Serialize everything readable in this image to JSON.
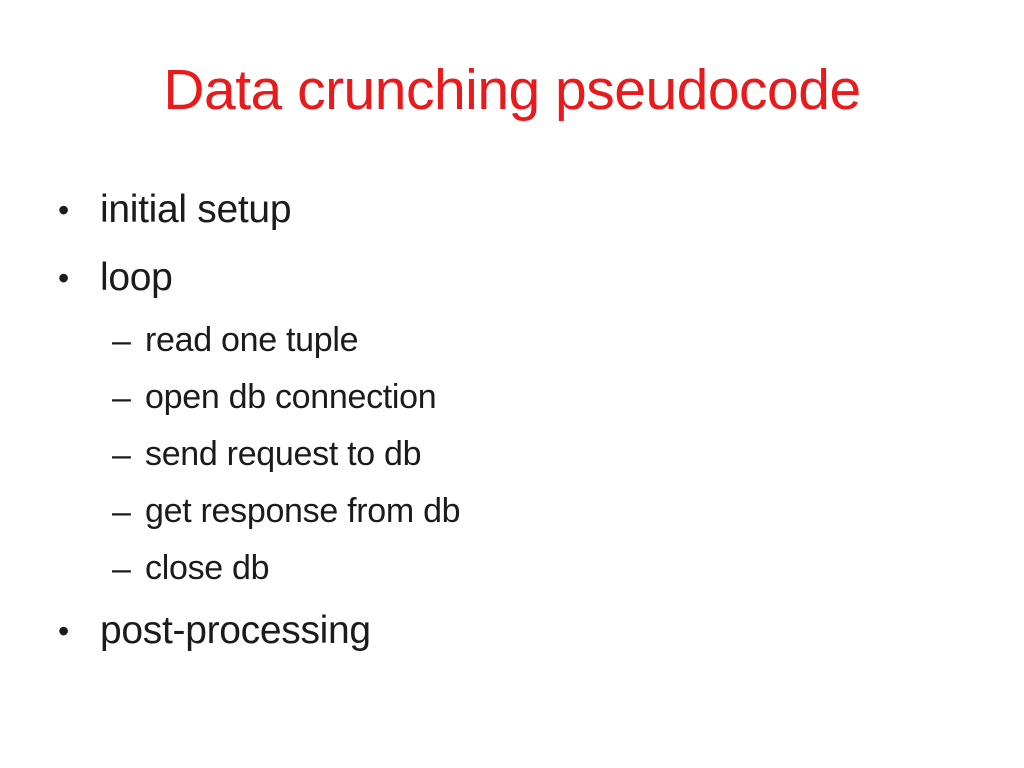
{
  "slide": {
    "title": "Data crunching pseudocode",
    "colors": {
      "title": "#e81a1c",
      "text": "#1b1b1b",
      "background": "#ffffff"
    },
    "bullets": [
      {
        "level": 1,
        "marker": "•",
        "text": "initial setup"
      },
      {
        "level": 1,
        "marker": "•",
        "text": "loop"
      },
      {
        "level": 2,
        "marker": "–",
        "text": "read one tuple"
      },
      {
        "level": 2,
        "marker": "–",
        "text": "open db connection"
      },
      {
        "level": 2,
        "marker": "–",
        "text": "send request to db"
      },
      {
        "level": 2,
        "marker": "–",
        "text": "get response from db"
      },
      {
        "level": 2,
        "marker": "–",
        "text": "close db"
      },
      {
        "level": 1,
        "marker": "•",
        "text": "post-processing"
      }
    ]
  }
}
